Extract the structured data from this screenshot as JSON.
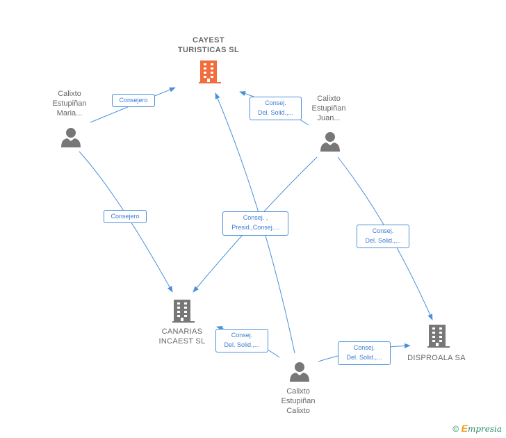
{
  "nodes": {
    "cayest": {
      "label": "CAYEST\nTURISTICAS SL",
      "type": "company",
      "color": "#f26c3d"
    },
    "canarias": {
      "label": "CANARIAS\nINCAEST SL",
      "type": "company",
      "color": "#777777"
    },
    "disproala": {
      "label": "DISPROALA SA",
      "type": "company",
      "color": "#777777"
    },
    "maria": {
      "label": "Calixto\nEstupiñan\nMaria...",
      "type": "person",
      "color": "#777777"
    },
    "juan": {
      "label": "Calixto\nEstupiñan\nJuan...",
      "type": "person",
      "color": "#777777"
    },
    "calixto": {
      "label": "Calixto\nEstupiñan\nCalixto",
      "type": "person",
      "color": "#777777"
    }
  },
  "edges": {
    "maria_cayest": "Consejero",
    "maria_canarias": "Consejero",
    "juan_cayest": "Consej.\nDel. Solid.,...",
    "juan_disproala": "Consej.\nDel. Solid.,...",
    "middle": "Consej. ,\nPresid.,Consej....",
    "calixto_canarias": "Consej.\nDel. Solid.,...",
    "calixto_disproala": "Consej.\nDel. Solid.,..."
  },
  "footer": {
    "copyright": "©",
    "brand": "mpresia",
    "brand_initial": "E"
  },
  "colors": {
    "edge": "#4a90d9",
    "accent": "#f26c3d",
    "icon": "#777777"
  }
}
